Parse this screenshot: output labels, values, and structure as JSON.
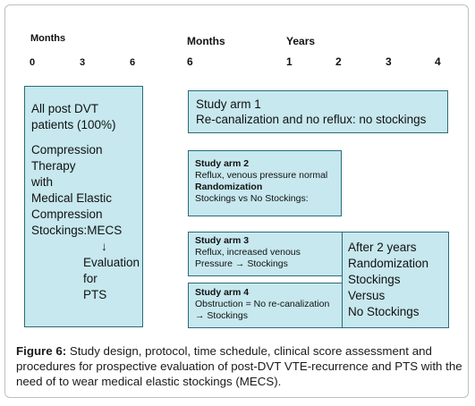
{
  "timeline": {
    "left_heading": "Months",
    "left_ticks": [
      "0",
      "3",
      "6"
    ],
    "mid_heading": "Months",
    "mid_tick": "6",
    "right_heading": "Years",
    "right_ticks": [
      "1",
      "2",
      "3",
      "4"
    ]
  },
  "left_box": {
    "line1": "All post DVT",
    "line2": "patients (100%)",
    "line3": "Compression",
    "line4": "Therapy",
    "line5": "with",
    "line6": "Medical Elastic",
    "line7": "Compression",
    "line8": "Stockings:MECS",
    "arrow": "↓",
    "line9": "Evaluation",
    "line10": "for",
    "line11": "PTS"
  },
  "arm1": {
    "title": "Study arm 1",
    "text": "Re-canalization and no reflux: no stockings"
  },
  "arm2": {
    "title": "Study arm 2",
    "line1": "Reflux, venous pressure normal",
    "line2": "Randomization",
    "line3": "Stockings vs No Stockings:"
  },
  "arm3": {
    "title": "Study arm 3",
    "line1": "Reflux, increased venous",
    "line2": "Pressure → Stockings"
  },
  "arm4": {
    "title": "Study arm 4",
    "line1": "Obstruction = No re-canalization",
    "line2": "→ Stockings"
  },
  "after_box": {
    "line1": "After 2 years",
    "line2": "Randomization",
    "line3": "Stockings",
    "line4": "Versus",
    "line5": "No Stockings"
  },
  "caption": {
    "label": "Figure 6:",
    "text": " Study design, protocol, time schedule, clinical score assessment and procedures for prospective evaluation of post-DVT VTE-recurrence and PTS with the need of to wear medical elastic stockings (MECS)."
  }
}
